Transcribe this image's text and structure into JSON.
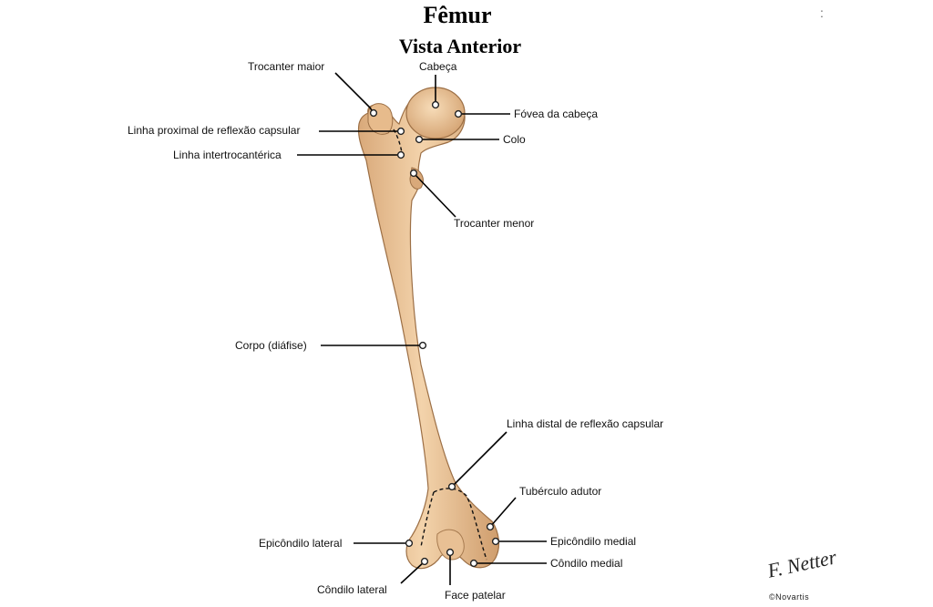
{
  "header": {
    "title": "Fêmur",
    "subtitle": "Vista Anterior"
  },
  "labels": {
    "trocanter_maior": "Trocanter maior",
    "cabeca": "Cabeça",
    "fovea_cabeca": "Fóvea da cabeça",
    "linha_proximal": "Linha proximal de reflexão capsular",
    "colo": "Colo",
    "linha_intertrocanterica": "Linha intertrocantérica",
    "trocanter_menor": "Trocanter menor",
    "corpo": "Corpo (diáfise)",
    "linha_distal": "Linha distal de reflexão capsular",
    "tuberculo_adutor": "Tubérculo adutor",
    "epicondilo_lateral": "Epicôndilo lateral",
    "epicondilo_medial": "Epicôndilo medial",
    "condilo_medial": "Côndilo medial",
    "condilo_lateral": "Côndilo lateral",
    "face_patelar": "Face patelar"
  },
  "credits": {
    "signature": "F. Netter",
    "copyright": "©Novartis"
  },
  "colors": {
    "bone_fill": "#ecc59a",
    "bone_shadow": "#c99a6b",
    "bone_edge": "#9c6f45"
  }
}
